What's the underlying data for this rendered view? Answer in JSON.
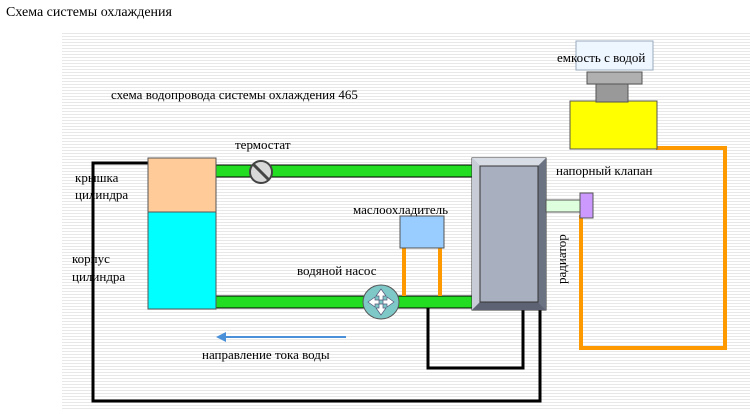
{
  "page": {
    "title": "Схема системы охлаждения"
  },
  "diagram": {
    "heading": "схема водопровода системы охлаждения 465",
    "labels": {
      "cylinder_head_1": "крышка",
      "cylinder_head_2": "цилиндра",
      "cylinder_body_1": "корпус",
      "cylinder_body_2": "цилиндра",
      "thermostat": "термостат",
      "oil_cooler": "маслоохладитель",
      "water_pump": "водяной насос",
      "flow_direction": "направление тока воды",
      "radiator": "радиатор",
      "pressure_valve": "напорный клапан",
      "water_tank": "емкость с водой"
    },
    "colors": {
      "pipe_green": "#22dd22",
      "pipe_orange": "#ff9900",
      "cylinder_head": "#ffcc99",
      "cylinder_body": "#00ffff",
      "radiator": "#a8b0c0",
      "oil_cooler": "#99ccff",
      "tank": "#ffff00",
      "valve": "#cc99ff",
      "arrow": "#4a90d9",
      "background_lines": "#e8e8e8"
    },
    "icons": {
      "thermostat": "thermostat-valve-icon",
      "water_pump": "pump-four-arrows-icon",
      "flow_arrow": "left-arrow-icon"
    }
  }
}
